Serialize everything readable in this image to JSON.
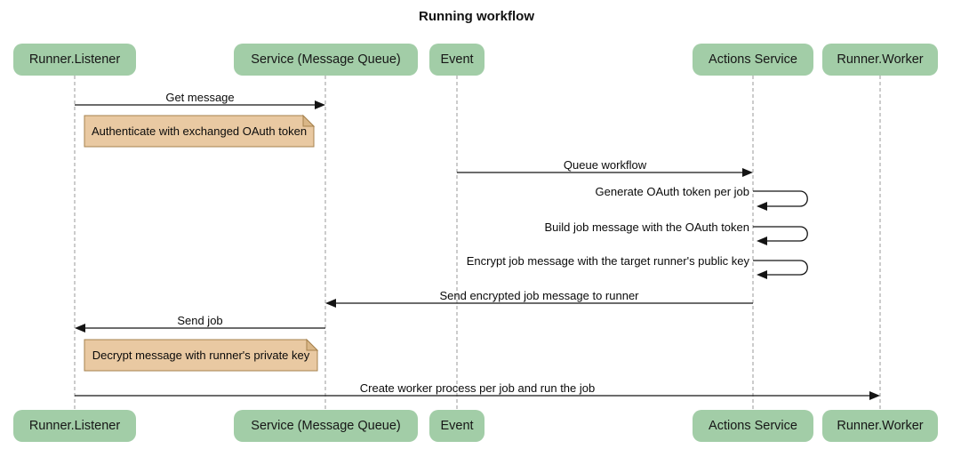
{
  "title": "Running workflow",
  "participants": [
    {
      "label": "Runner.Listener"
    },
    {
      "label": "Service (Message Queue)"
    },
    {
      "label": "Event"
    },
    {
      "label": "Actions Service"
    },
    {
      "label": "Runner.Worker"
    }
  ],
  "messages": [
    {
      "label": "Get message",
      "from": "Runner.Listener",
      "to": "Service (Message Queue)",
      "type": "arrow"
    },
    {
      "label": "Queue workflow",
      "from": "Event",
      "to": "Actions Service",
      "type": "arrow"
    },
    {
      "label": "Generate OAuth token per job",
      "from": "Actions Service",
      "to": "Actions Service",
      "type": "self"
    },
    {
      "label": "Build job message with the OAuth token",
      "from": "Actions Service",
      "to": "Actions Service",
      "type": "self"
    },
    {
      "label": "Encrypt job message with the target runner's public key",
      "from": "Actions Service",
      "to": "Actions Service",
      "type": "self"
    },
    {
      "label": "Send encrypted job message to runner",
      "from": "Actions Service",
      "to": "Service (Message Queue)",
      "type": "arrow"
    },
    {
      "label": "Send job",
      "from": "Service (Message Queue)",
      "to": "Runner.Listener",
      "type": "arrow"
    },
    {
      "label": "Create worker process per job and run the job",
      "from": "Runner.Listener",
      "to": "Runner.Worker",
      "type": "arrow"
    }
  ],
  "notes": [
    {
      "text": "Authenticate with exchanged OAuth token",
      "over": "Runner.Listener"
    },
    {
      "text": "Decrypt message with runner's private key",
      "over": "Runner.Listener"
    }
  ],
  "colors": {
    "actor_fill": "#A2CDA7",
    "note_fill": "#E9C9A2",
    "note_border": "#A6824E",
    "note_fold": "#D9B687",
    "lifeline": "#999999",
    "arrow": "#141414",
    "text": "#111111",
    "background": "#FFFFFF"
  }
}
